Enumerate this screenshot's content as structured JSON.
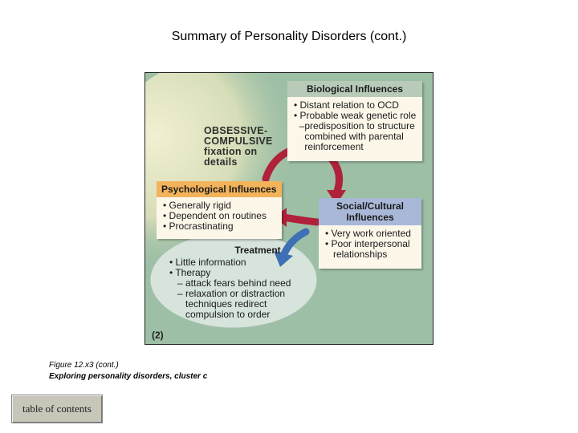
{
  "slide": {
    "title": "Summary of Personality Disorders (cont.)",
    "caption_line1": "Figure 12.x3 (cont.)",
    "caption_line2": "Exploring personality disorders, cluster c",
    "toc_button": "table of contents"
  },
  "figure": {
    "disorder_label": [
      "OBSESSIVE-",
      "COMPULSIVE",
      "fixation on",
      "details"
    ],
    "figure_number": "(2)",
    "biological": {
      "header": "Biological Influences",
      "lines": [
        "• Distant relation to OCD",
        "• Probable weak genetic role",
        "  –predisposition to structure",
        "    combined with parental",
        "    reinforcement"
      ]
    },
    "psychological": {
      "header": "Psychological Influences",
      "lines": [
        "• Generally rigid",
        "• Dependent on routines",
        "• Procrastinating"
      ]
    },
    "social": {
      "header_line1": "Social/Cultural",
      "header_line2": "Influences",
      "lines": [
        "• Very work oriented",
        "• Poor interpersonal",
        "   relationships"
      ]
    },
    "treatment": {
      "header": "Treatment",
      "lines": [
        "• Little information",
        "• Therapy",
        "   – attack fears behind need",
        "   – relaxation or distraction",
        "      techniques redirect",
        "      compulsion to order"
      ]
    },
    "colors": {
      "background_green": "#9dbfa5",
      "bio_header": "#b8cbb8",
      "psych_header": "#f3b35a",
      "social_header": "#a9b8d8",
      "treatment_oval": "#d6e4dc",
      "red_arrow": "#b0213a",
      "blue_arrow": "#3f6fb4"
    }
  }
}
